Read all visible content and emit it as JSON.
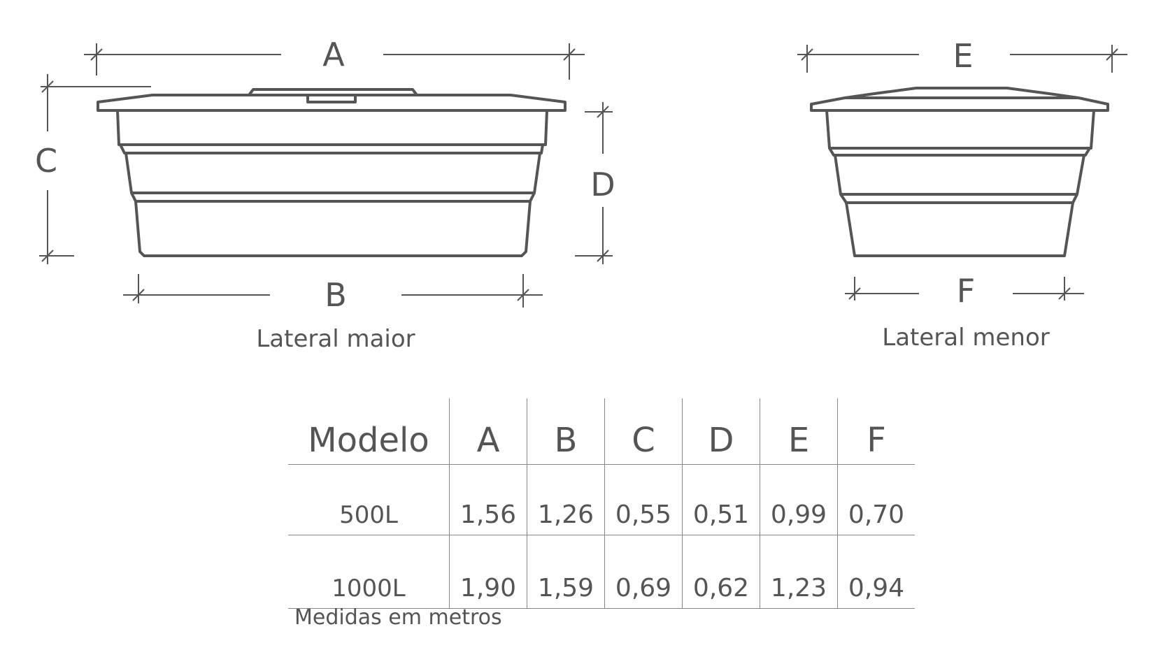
{
  "diagram": {
    "large_side": {
      "caption": "Lateral maior",
      "labels": {
        "A": "A",
        "B": "B",
        "C": "C",
        "D": "D"
      }
    },
    "small_side": {
      "caption": "Lateral menor",
      "labels": {
        "E": "E",
        "F": "F"
      }
    },
    "line_color": "#555555"
  },
  "table": {
    "headers": [
      "Modelo",
      "A",
      "B",
      "C",
      "D",
      "E",
      "F"
    ],
    "rows": [
      [
        "500L",
        "1,56",
        "1,26",
        "0,55",
        "0,51",
        "0,99",
        "0,70"
      ],
      [
        "1000L",
        "1,90",
        "1,59",
        "0,69",
        "0,62",
        "1,23",
        "0,94"
      ]
    ]
  },
  "footnote": "Medidas em metros"
}
